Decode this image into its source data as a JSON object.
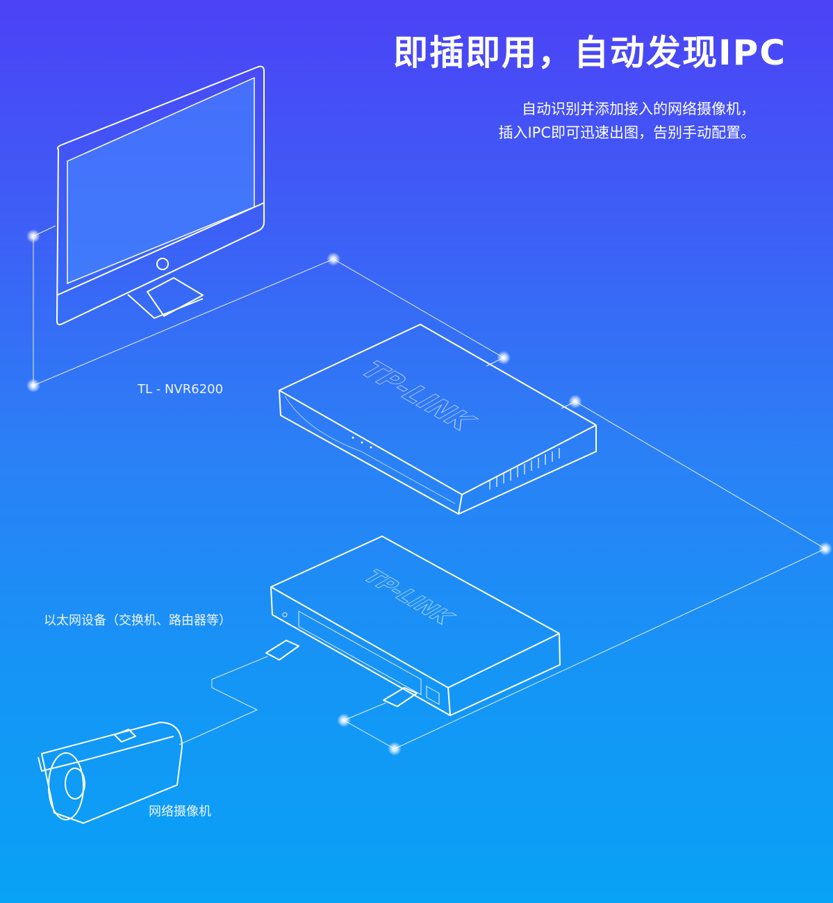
{
  "header": {
    "title": "即插即用，自动发现IPC",
    "subtitle_line1": "自动识别并添加接入的网络摄像机，",
    "subtitle_line2": "插入IPC即可迅速出图，告别手动配置。"
  },
  "labels": {
    "nvr": "TL - NVR6200",
    "switch": "以太网设备（交换机、路由器等）",
    "camera": "网络摄像机"
  },
  "brand": {
    "logo_text": "TP-LINK"
  }
}
